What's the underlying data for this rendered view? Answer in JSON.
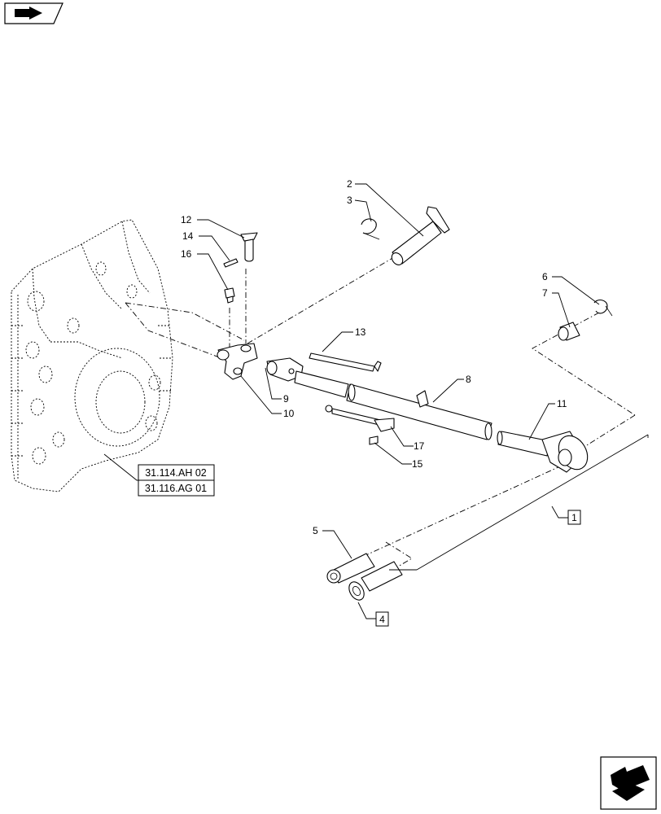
{
  "labels": {
    "p1": "1",
    "p2": "2",
    "p3": "3",
    "p4": "4",
    "p5": "5",
    "p6": "6",
    "p7": "7",
    "p8": "8",
    "p9": "9",
    "p10": "10",
    "p11": "11",
    "p12": "12",
    "p13": "13",
    "p14": "14",
    "p15": "15",
    "p16": "16",
    "p17": "17"
  },
  "references": {
    "ref1": "31.114.AH 02",
    "ref2": "31.116.AG 01"
  },
  "icons": {
    "top_left": "back-arrow-icon",
    "bottom_right": "next-page-arrow-icon"
  }
}
